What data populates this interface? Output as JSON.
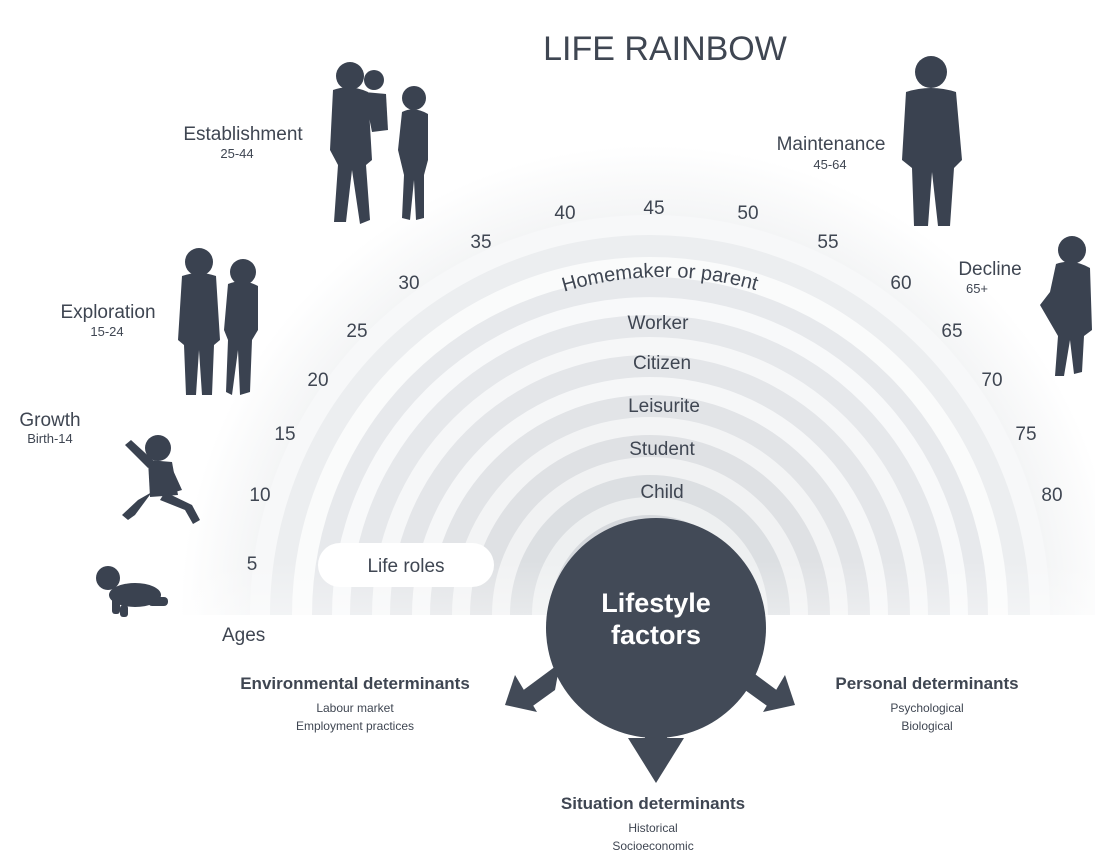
{
  "title": "LIFE RAINBOW",
  "stages": [
    {
      "name": "Growth",
      "range": "Birth-14"
    },
    {
      "name": "Exploration",
      "range": "15-24"
    },
    {
      "name": "Establishment",
      "range": "25-44"
    },
    {
      "name": "Maintenance",
      "range": "45-64"
    },
    {
      "name": "Decline",
      "range": "65+"
    }
  ],
  "ages": [
    "5",
    "10",
    "15",
    "20",
    "25",
    "30",
    "35",
    "40",
    "45",
    "50",
    "55",
    "60",
    "65",
    "70",
    "75",
    "80"
  ],
  "ages_label": "Ages",
  "life_roles_label": "Life roles",
  "roles": [
    "Homemaker or parent",
    "Worker",
    "Citizen",
    "Leisurite",
    "Student",
    "Child"
  ],
  "center": {
    "line1": "Lifestyle",
    "line2": "factors"
  },
  "determinants": [
    {
      "title": "Environmental determinants",
      "items": [
        "Labour market",
        "Employment practices"
      ]
    },
    {
      "title": "Personal determinants",
      "items": [
        "Psychological",
        "Biological"
      ]
    },
    {
      "title": "Situation determinants",
      "items": [
        "Historical",
        "Socioeconomic"
      ]
    }
  ],
  "colors": {
    "dark": "#424a57",
    "text": "#3f4652",
    "band_light": "#f4f5f6",
    "band_mid": "#e2e4e7",
    "band_dark": "#cfd2d6"
  },
  "icons": [
    "baby-crawling-icon",
    "child-running-icon",
    "young-couple-icon",
    "family-with-child-icon",
    "businessman-icon",
    "elderly-woman-icon"
  ]
}
